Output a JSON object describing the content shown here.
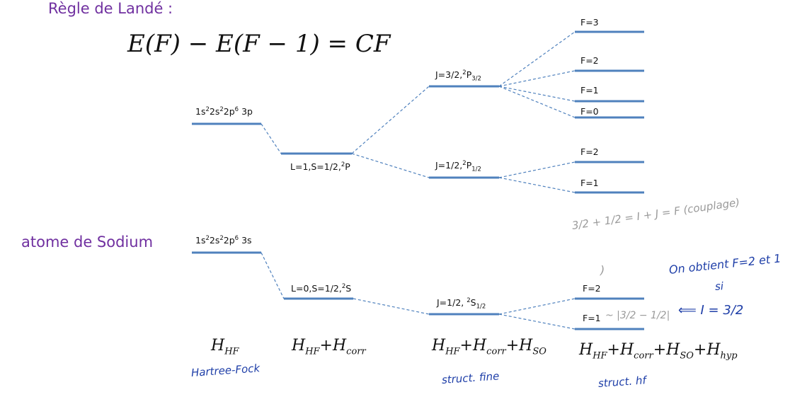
{
  "title": "Règle de Landé :",
  "formula": "E(F) − E(F − 1) = CF",
  "atom_label": "atome de Sodium",
  "colors": {
    "level": "#4f81bd",
    "title": "#7030a0",
    "ink": "#1f3fa8",
    "pencil": "#9a9a9a"
  },
  "levels_3p": {
    "config": {
      "main": "1s",
      "e1": "2",
      "a": "2s",
      "e2": "2",
      "b": "2p",
      "e3": "6",
      "tail": " 3p"
    },
    "ls": {
      "main": "L=1,S=1/2,",
      "sup": "2",
      "tail": "P"
    },
    "j32": {
      "main": "J=3/2,",
      "sup": "2",
      "p": "P",
      "sub": "3/2"
    },
    "j12": {
      "main": "J=1/2,",
      "sup": "2",
      "p": "P",
      "sub": "1/2"
    },
    "f3": "F=3",
    "f2a": "F=2",
    "f1a": "F=1",
    "f0": "F=0",
    "f2b": "F=2",
    "f1b": "F=1"
  },
  "levels_3s": {
    "config": {
      "main": "1s",
      "e1": "2",
      "a": "2s",
      "e2": "2",
      "b": "2p",
      "e3": "6",
      "tail": " 3s"
    },
    "ls": {
      "main": "L=0,S=1/2,",
      "sup": "2",
      "tail": "S"
    },
    "j12": {
      "main": "J=1/2, ",
      "sup": "2",
      "p": "S",
      "sub": "1/2"
    },
    "f2": "F=2",
    "f1": "F=1"
  },
  "hamiltonians": {
    "h1": {
      "h": "H",
      "s": "HF"
    },
    "h2": {
      "h": "H",
      "s": "HF",
      "p1": "+H",
      "s1": "corr"
    },
    "h3": {
      "h": "H",
      "s": "HF",
      "p1": "+H",
      "s1": "corr",
      "p2": "+H",
      "s2": "SO"
    },
    "h4": {
      "h": "H",
      "s": "HF",
      "p1": "+H",
      "s1": "corr",
      "p2": "+H",
      "s2": "SO",
      "p3": "+H",
      "s3": "hyp"
    }
  },
  "handwritten": {
    "hartree": "Hartree-Fock",
    "fine": "struct. fine",
    "hf": "struct. hf",
    "coupling": "3/2 + 1/2 = I + J = F (couplage)",
    "bracket": ")",
    "obtient1": "On obtient F=2 et 1",
    "obtient2": "si",
    "i_value": "⟸ I = 3/2",
    "approx": "~ |3/2 − 1/2|"
  }
}
